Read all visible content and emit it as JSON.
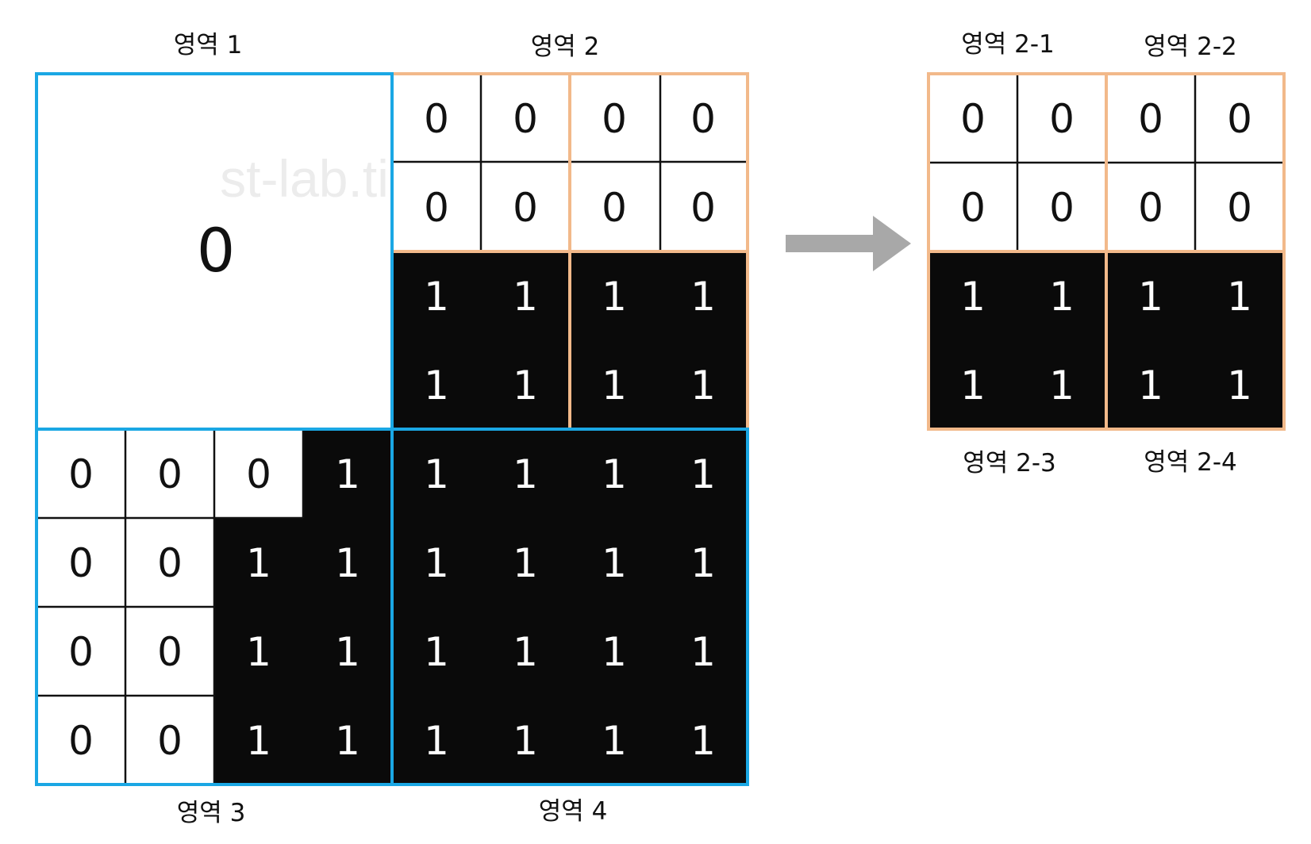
{
  "watermark": "st-lab.tistory",
  "colors": {
    "quad_border": "#1aa7e4",
    "subregion_border": "#f2b98a",
    "black": "#0a0a0a",
    "arrow": "#a8a8a8"
  },
  "left_grid": {
    "labels": {
      "r1": "영역 1",
      "r2": "영역 2",
      "r3": "영역 3",
      "r4": "영역 4"
    },
    "region1_value": "0",
    "region2_rows": [
      [
        "0",
        "0",
        "0",
        "0"
      ],
      [
        "0",
        "0",
        "0",
        "0"
      ],
      [
        "1",
        "1",
        "1",
        "1"
      ],
      [
        "1",
        "1",
        "1",
        "1"
      ]
    ],
    "region3_rows": [
      [
        "0",
        "0",
        "0",
        "1"
      ],
      [
        "0",
        "0",
        "1",
        "1"
      ],
      [
        "0",
        "0",
        "1",
        "1"
      ],
      [
        "0",
        "0",
        "1",
        "1"
      ]
    ],
    "region4_rows": [
      [
        "1",
        "1",
        "1",
        "1"
      ],
      [
        "1",
        "1",
        "1",
        "1"
      ],
      [
        "1",
        "1",
        "1",
        "1"
      ],
      [
        "1",
        "1",
        "1",
        "1"
      ]
    ]
  },
  "arrow_icon": "right-arrow-icon",
  "right_grid": {
    "labels": {
      "r21": "영역 2-1",
      "r22": "영역 2-2",
      "r23": "영역 2-3",
      "r24": "영역 2-4"
    },
    "rows": [
      [
        "0",
        "0",
        "0",
        "0"
      ],
      [
        "0",
        "0",
        "0",
        "0"
      ],
      [
        "1",
        "1",
        "1",
        "1"
      ],
      [
        "1",
        "1",
        "1",
        "1"
      ]
    ]
  }
}
